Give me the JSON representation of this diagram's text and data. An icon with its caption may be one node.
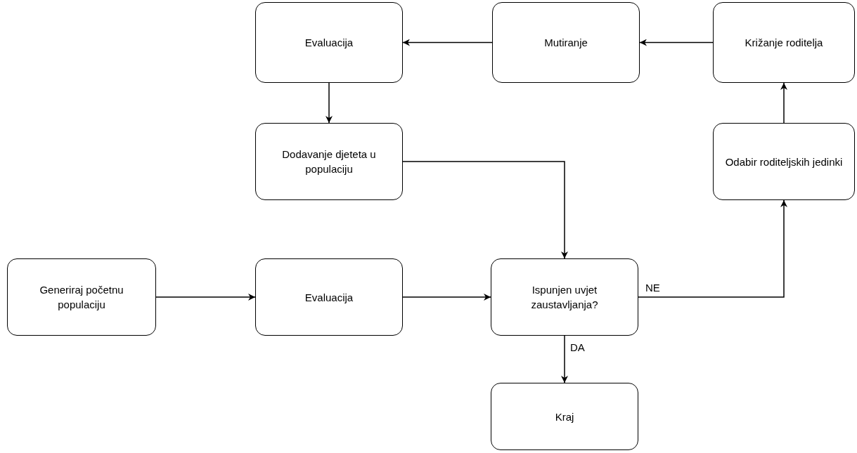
{
  "diagram": {
    "nodes": [
      {
        "text": [
          "Evaluacija"
        ]
      },
      {
        "text": [
          "Mutiranje"
        ]
      },
      {
        "text": [
          "Križanje roditelja"
        ]
      },
      {
        "text": [
          "Dodavanje djeteta u populaciju"
        ]
      },
      {
        "text": [
          "Odabir roditeljskih jedinki"
        ]
      },
      {
        "text": [
          "Generiraj početnu populaciju"
        ]
      },
      {
        "text": [
          "Evaluacija"
        ]
      },
      {
        "text": [
          "Ispunjen uvjet zaustavljanja?"
        ]
      },
      {
        "text": [
          "Kraj"
        ]
      }
    ],
    "edges": [
      {
        "from": 1,
        "to": 0,
        "arrow": "to"
      },
      {
        "from": 2,
        "to": 1,
        "arrow": "to"
      },
      {
        "from": 0,
        "to": 3,
        "arrow": "to"
      },
      {
        "from": 4,
        "to": 2,
        "arrow": "to"
      },
      {
        "from": 3,
        "to": 7,
        "arrow": "to"
      },
      {
        "from": 5,
        "to": 6,
        "arrow": "to"
      },
      {
        "from": 6,
        "to": 7,
        "arrow": "to"
      },
      {
        "from": 7,
        "to": 4,
        "arrow": "to",
        "label": "NE"
      },
      {
        "from": 7,
        "to": 8,
        "arrow": "to",
        "label": "DA"
      }
    ]
  }
}
